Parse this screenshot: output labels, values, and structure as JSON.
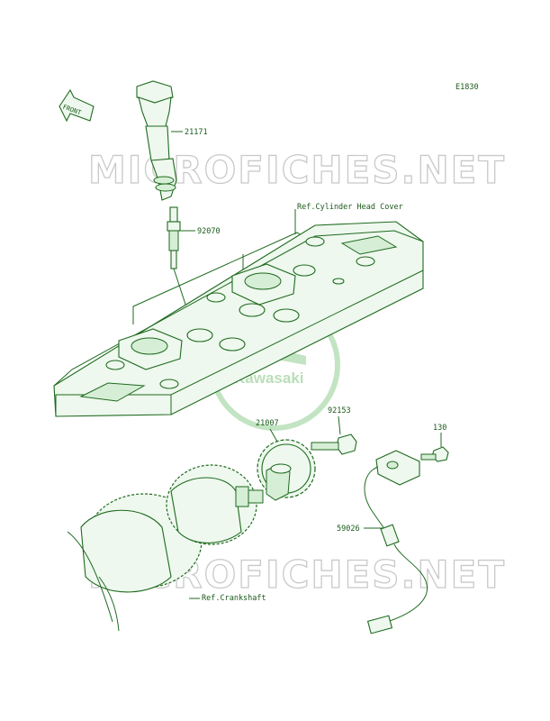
{
  "diagram_code": "E1830",
  "front_label": "FRONT",
  "watermark": "MICROFICHES.NET",
  "logo_text": "Kawasaki",
  "parts": [
    {
      "id": "21171"
    },
    {
      "id": "92070"
    },
    {
      "id": "21007"
    },
    {
      "id": "92153"
    },
    {
      "id": "130"
    },
    {
      "id": "59026"
    }
  ],
  "references": {
    "cylinder_head_cover": "Ref.Cylinder Head Cover",
    "crankshaft": "Ref.Crankshaft"
  },
  "colors": {
    "line": "#1f6a1f",
    "fill": "#eef8ee",
    "watermark": "#c9c9c9"
  }
}
